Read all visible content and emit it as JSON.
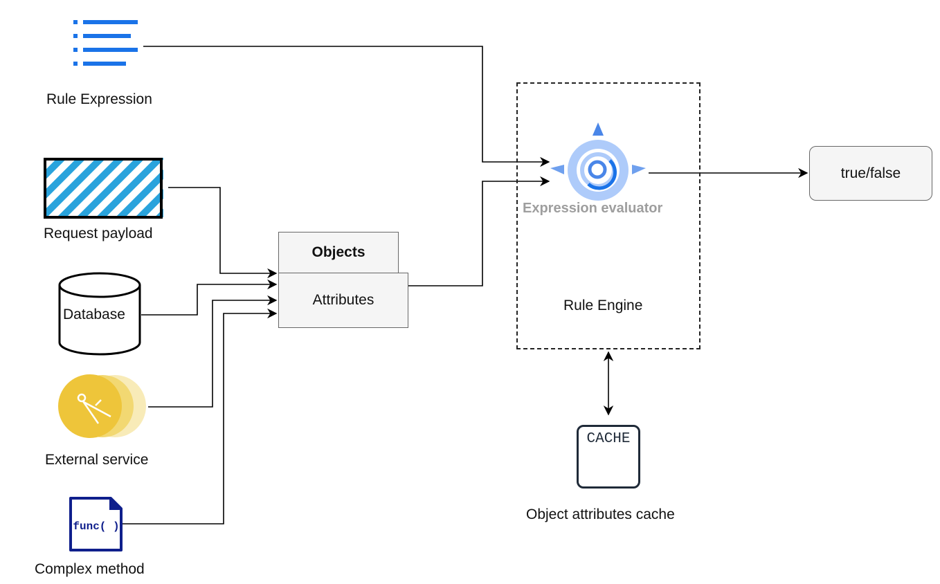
{
  "sources": {
    "rule_expression": "Rule Expression",
    "request_payload": "Request payload",
    "database": "Database",
    "external_service": "External service",
    "complex_method": "Complex method",
    "func_text": "func( )"
  },
  "objects": {
    "title": "Objects",
    "attributes": "Attributes"
  },
  "engine": {
    "evaluator_label": "Expression evaluator",
    "engine_label": "Rule Engine"
  },
  "output": {
    "result": "true/false"
  },
  "cache": {
    "title": "CACHE",
    "label": "Object attributes cache"
  },
  "colors": {
    "accent_blue": "#1a73e8",
    "hatch_blue": "#29a3dc",
    "gold": "#eec53a",
    "navy": "#0f1f8c",
    "evaluator_blue": "#4a86e8"
  }
}
